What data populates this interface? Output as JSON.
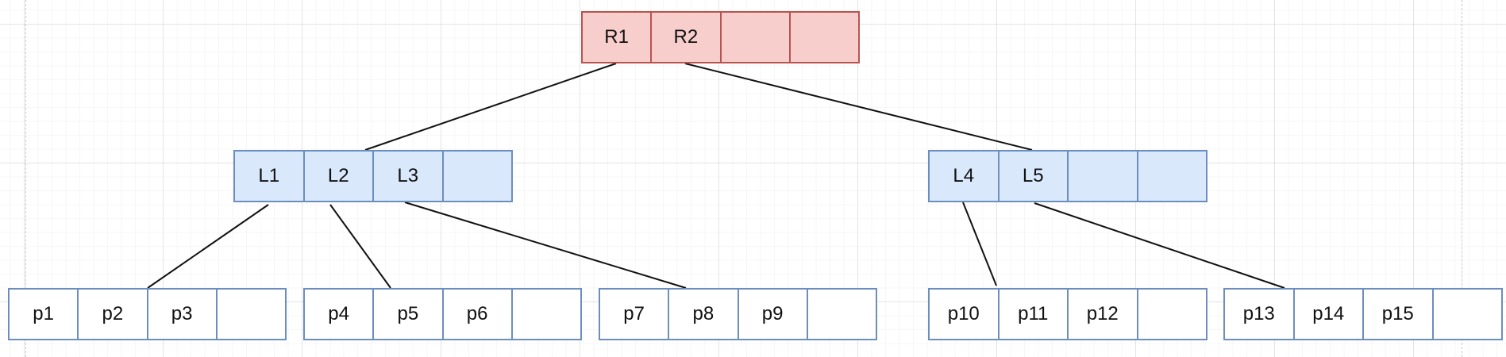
{
  "colors": {
    "root_fill": "#f8cecc",
    "root_stroke": "#b85450",
    "internal_fill": "#dae8fc",
    "internal_stroke": "#6c8ebf",
    "leaf_fill": "#ffffff",
    "leaf_stroke": "#6c8ebf",
    "edge": "#111111"
  },
  "root": {
    "keys": [
      "R1",
      "R2",
      "",
      ""
    ]
  },
  "internal": [
    {
      "keys": [
        "L1",
        "L2",
        "L3",
        ""
      ]
    },
    {
      "keys": [
        "L4",
        "L5",
        "",
        ""
      ]
    }
  ],
  "leaves": [
    {
      "keys": [
        "p1",
        "p2",
        "p3",
        ""
      ]
    },
    {
      "keys": [
        "p4",
        "p5",
        "p6",
        ""
      ]
    },
    {
      "keys": [
        "p7",
        "p8",
        "p9",
        ""
      ]
    },
    {
      "keys": [
        "p10",
        "p11",
        "p12",
        ""
      ]
    },
    {
      "keys": [
        "p13",
        "p14",
        "p15",
        ""
      ]
    }
  ]
}
